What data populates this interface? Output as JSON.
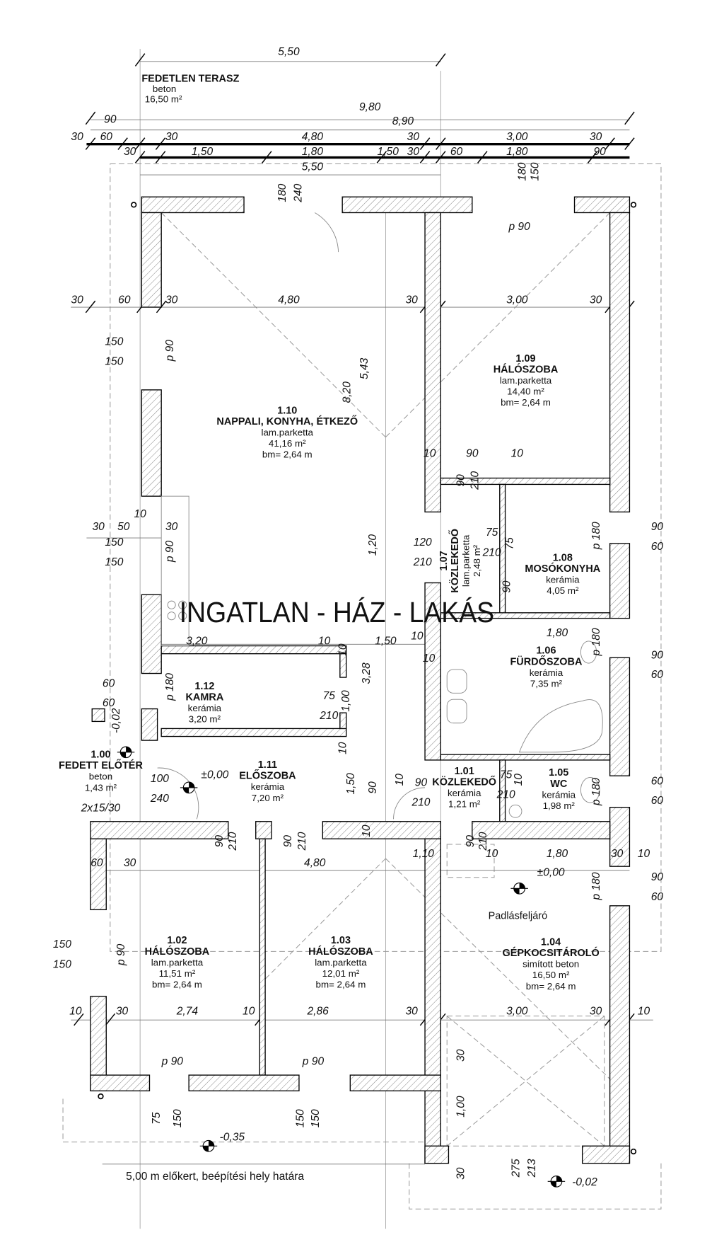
{
  "watermark": "INGATLAN - HÁZ - LAKÁS",
  "terrace": {
    "name": "FEDETLEN TERASZ",
    "floor": "beton",
    "area": "16,50 m²"
  },
  "rooms": [
    {
      "number": "1.10",
      "name": "NAPPALI, KONYHA, ÉTKEZŐ",
      "floor": "lam.parketta",
      "area": "41,16 m²",
      "height": "bm= 2,64 m"
    },
    {
      "number": "1.09",
      "name": "HÁLÓSZOBA",
      "floor": "lam.parketta",
      "area": "14,40 m²",
      "height": "bm= 2,64 m"
    },
    {
      "number": "1.07",
      "name": "KÖZLEKEDŐ",
      "floor": "lam.parketta",
      "area": "2,48 m²"
    },
    {
      "number": "1.08",
      "name": "MOSÓKONYHA",
      "floor": "kerámia",
      "area": "4,05 m²"
    },
    {
      "number": "1.06",
      "name": "FÜRDŐSZOBA",
      "floor": "kerámia",
      "area": "7,35 m²"
    },
    {
      "number": "1.12",
      "name": "KAMRA",
      "floor": "kerámia",
      "area": "3,20 m²"
    },
    {
      "number": "1.00",
      "name": "FEDETT ELŐTÉR",
      "floor": "beton",
      "area": "1,43 m²"
    },
    {
      "number": "1.11",
      "name": "ELŐSZOBA",
      "floor": "kerámia",
      "area": "7,20 m²"
    },
    {
      "number": "1.01",
      "name": "KÖZLEKEDŐ",
      "floor": "kerámia",
      "area": "1,21 m²"
    },
    {
      "number": "1.05",
      "name": "WC",
      "floor": "kerámia",
      "area": "1,98 m²"
    },
    {
      "number": "1.02",
      "name": "HÁLÓSZOBA",
      "floor": "lam.parketta",
      "area": "11,51 m²",
      "height": "bm= 2,64 m"
    },
    {
      "number": "1.03",
      "name": "HÁLÓSZOBA",
      "floor": "lam.parketta",
      "area": "12,01 m²",
      "height": "bm= 2,64 m"
    },
    {
      "number": "1.04",
      "name": "GÉPKOCSITÁROLÓ",
      "floor": "simított beton",
      "area": "16,50 m²",
      "height": "bm= 2,64 m"
    }
  ],
  "dimensions": [
    "5,50",
    "9,80",
    "90",
    "8,90",
    "30",
    "60",
    "30",
    "4,80",
    "30",
    "3,00",
    "30",
    "30",
    "1,50",
    "1,80",
    "1,50",
    "30",
    "60",
    "1,80",
    "90",
    "5,50",
    "180",
    "150",
    "180",
    "240",
    "30",
    "60",
    "30",
    "4,80",
    "30",
    "3,00",
    "30",
    "p 90",
    "150",
    "150",
    "p 90",
    "8,20",
    "5,43",
    "10",
    "90",
    "10",
    "90",
    "210",
    "30",
    "50",
    "10",
    "30",
    "150",
    "150",
    "p 90",
    "1,20",
    "120",
    "210",
    "75",
    "210",
    "75",
    "90",
    "p 180",
    "90",
    "60",
    "3,20",
    "10",
    "1,50",
    "10",
    "10",
    "1,80",
    "p 180",
    "90",
    "60",
    "10",
    "3,28",
    "60",
    "60",
    "p 180",
    "75",
    "210",
    "1,00",
    "-0,02",
    "10",
    "2x15/30",
    "100",
    "240",
    "±0,00",
    "1,50",
    "90",
    "10",
    "90",
    "210",
    "75",
    "210",
    "10",
    "p 180",
    "60",
    "60",
    "90",
    "210",
    "90",
    "210",
    "10",
    "90",
    "210",
    "60",
    "30",
    "4,80",
    "1,10",
    "10",
    "1,80",
    "30",
    "10",
    "±0,00",
    "90",
    "60",
    "p 180",
    "150",
    "150",
    "p 90",
    "10",
    "30",
    "2,74",
    "10",
    "2,86",
    "30",
    "3,00",
    "30",
    "10",
    "p 90",
    "p 90",
    "30",
    "1,00",
    "75",
    "150",
    "150",
    "150",
    "-0,35",
    "30",
    "275",
    "213",
    "-0,02"
  ],
  "notes": {
    "attic_access": "Padlásfeljáró",
    "setback": "5,00 m előkert, beépítési hely határa"
  }
}
